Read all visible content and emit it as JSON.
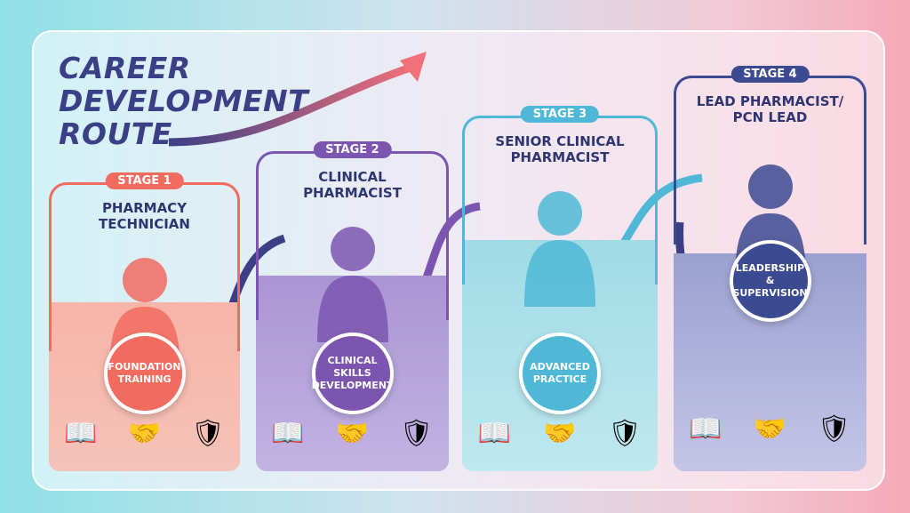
{
  "title": {
    "line1": "CAREER",
    "line2": "DEVELOPMENT",
    "line3": "ROUTE"
  },
  "colors": {
    "stage1": "#f26b5f",
    "stage2": "#7b55b0",
    "stage3": "#4fb8d6",
    "stage4": "#3c4a92"
  },
  "stages": [
    {
      "label": "STAGE 1",
      "title": "PHARMACY\nTECHNICIAN",
      "skill": "FOUNDATION TRAINING",
      "icons": [
        "book-icon",
        "handshake-icon",
        "shield-cross-icon"
      ]
    },
    {
      "label": "STAGE 2",
      "title": "CLINICAL\nPHARMACIST",
      "skill": "CLINICAL SKILLS DEVELOPMENT",
      "icons": [
        "book-icon",
        "handshake-icon",
        "shield-cross-icon"
      ]
    },
    {
      "label": "STAGE 3",
      "title": "SENIOR CLINICAL\nPHARMACIST",
      "skill": "ADVANCED PRACTICE",
      "icons": [
        "book-icon",
        "handshake-icon",
        "shield-cross-icon"
      ]
    },
    {
      "label": "STAGE 4",
      "title": "LEAD PHARMACIST/\nPCN LEAD",
      "skill": "LEADERSHIP & SUPERVISION",
      "icons": [
        "book-icon",
        "handshake-icon",
        "shield-cross-icon"
      ]
    }
  ]
}
